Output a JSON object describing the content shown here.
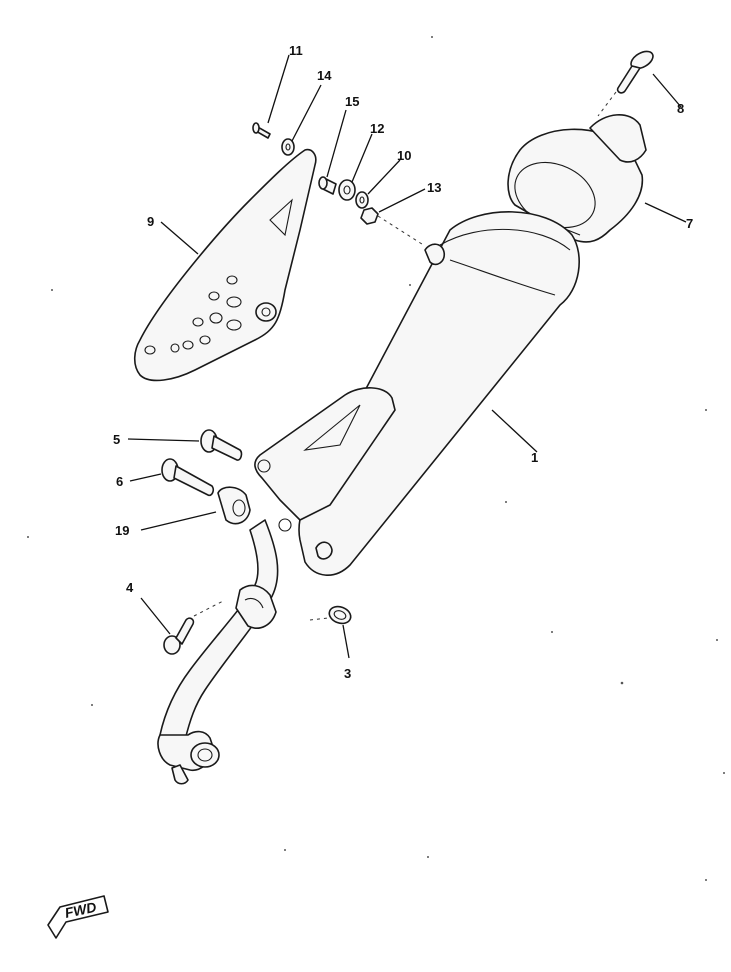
{
  "callouts": {
    "c1": "1",
    "c3": "3",
    "c4": "4",
    "c5": "5",
    "c6": "6",
    "c7": "7",
    "c8": "8",
    "c9": "9",
    "c10": "10",
    "c11": "11",
    "c12": "12",
    "c13": "13",
    "c14": "14",
    "c15": "15",
    "c19": "19"
  },
  "fwd_label": "FWD"
}
